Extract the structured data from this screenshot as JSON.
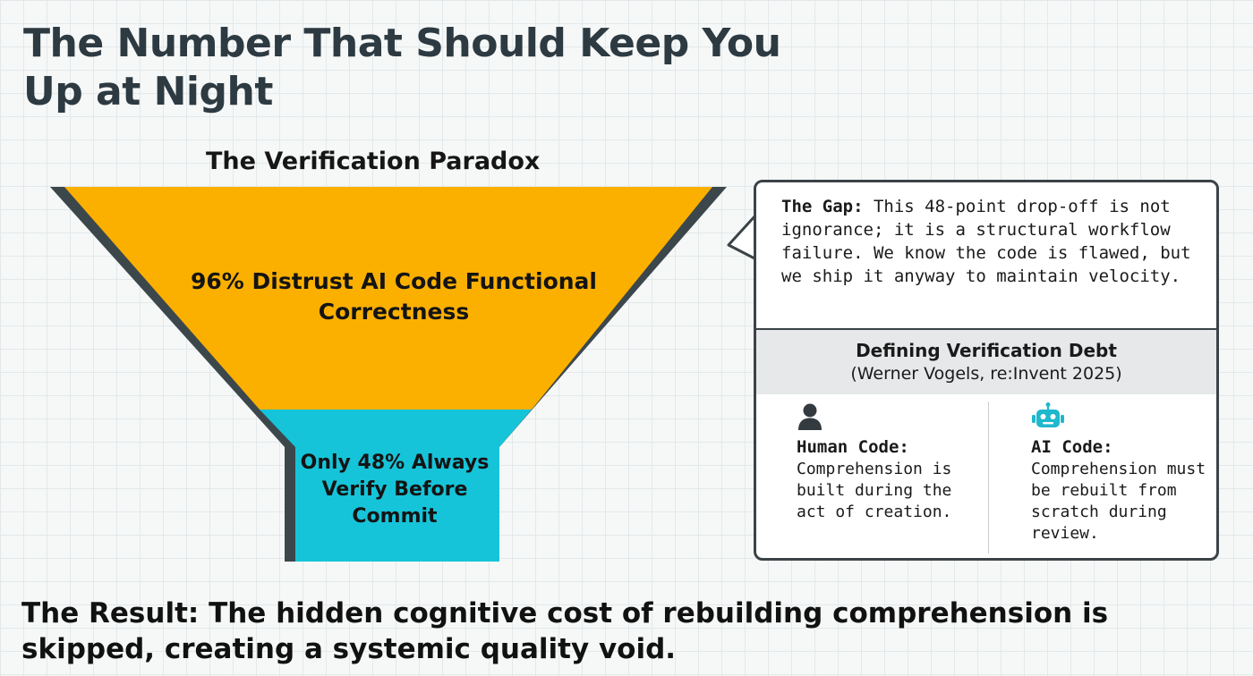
{
  "title": "The Number That Should Keep You Up at Night",
  "funnel": {
    "title": "The Verification Paradox",
    "top_label": "96% Distrust AI Code Functional Correctness",
    "bottom_label": "Only 48% Always Verify Before Commit",
    "colors": {
      "top": "#fbb000",
      "bottom": "#16c4d9",
      "outline": "#3c474c"
    }
  },
  "callout": {
    "gap_label": "The Gap:",
    "gap_text": "This 48-point drop-off is not ignorance; it is a structural workflow failure. We know the code is flawed, but we ship it anyway to maintain velocity.",
    "debt_title": "Defining Verification Debt",
    "debt_source": "(Werner Vogels, re:Invent 2025)",
    "human": {
      "icon": "person-icon",
      "label": "Human Code:",
      "text": "Comprehension is built during the act of creation."
    },
    "ai": {
      "icon": "robot-icon",
      "label": "AI Code:",
      "text": "Comprehension must be rebuilt from scratch during review."
    }
  },
  "result": "The Result: The hidden cognitive cost of rebuilding comprehension is skipped, creating a systemic quality void."
}
